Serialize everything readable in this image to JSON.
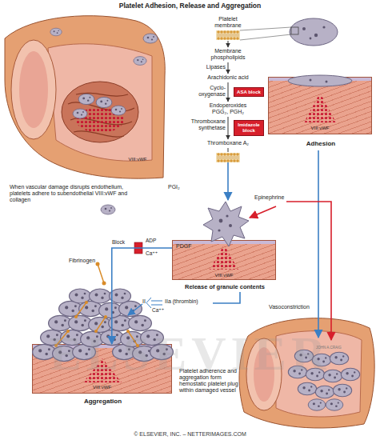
{
  "diagram": {
    "title": "Platelet Adhesion, Release and Aggregation",
    "caption": "© ELSEVIER, INC. – NETTERIMAGES.COM",
    "nodes": [
      {
        "text": [
          "ASA block"
        ]
      },
      {
        "text": [
          "Imidazole block"
        ]
      },
      {
        "text": [
          "VIII:vWF",
          "Adhesion"
        ]
      },
      {
        "text": [
          "PDGF",
          "VIII:vWF",
          "Release of granule contents"
        ]
      },
      {
        "text": [
          "VIII:vWF",
          "Aggregation"
        ]
      }
    ],
    "edges": [
      {
        "from": 3,
        "to": 4,
        "arrow": "to"
      }
    ],
    "labels": [
      "Platelet membrane",
      "Membrane phospholipids",
      "Lipases",
      "Arachidonic acid",
      "Cyclo-oxygenase",
      "Endoperoxides PGG₂, PGH₂",
      "Thromboxane synthetase",
      "Thromboxane A₂",
      "VIII:vWF",
      "When vascular damage disrupts endothelium, platelets adhere to subendothelial VIII:vWF and collagen",
      "PGI₂",
      "Block",
      "ADP",
      "Ca⁺⁺",
      "Epinephrine",
      "Fibrinogen",
      "II",
      "IIa (thrombin)",
      "Ca⁺⁺",
      "Vasoconstriction",
      "Platelet adherence and aggregation form hemostatic platelet plug within damaged vessel",
      "ELSEVIER",
      "JOHN A.CRAIG"
    ]
  }
}
